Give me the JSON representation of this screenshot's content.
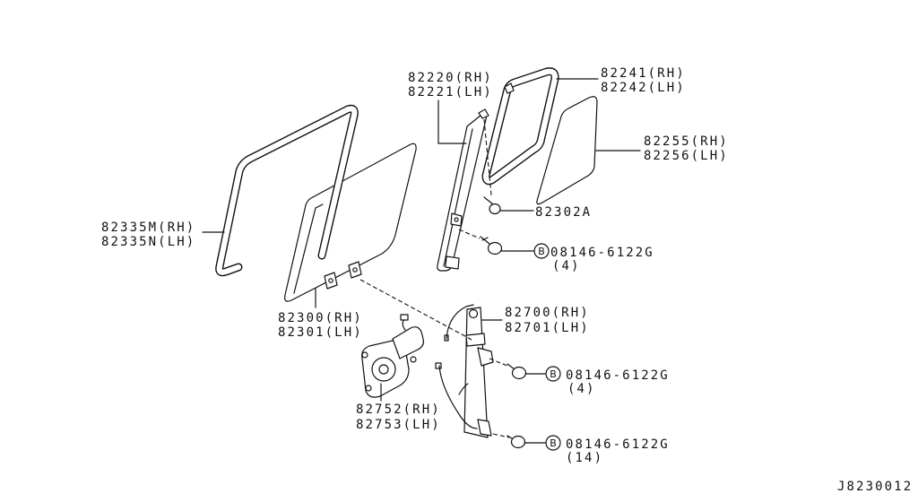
{
  "diagram": {
    "code": "J8230012",
    "parts": {
      "p82220": {
        "rh": "82220(RH)",
        "lh": "82221(LH)"
      },
      "p82241": {
        "rh": "82241(RH)",
        "lh": "82242(LH)"
      },
      "p82255": {
        "rh": "82255(RH)",
        "lh": "82256(LH)"
      },
      "p82302A": "82302A",
      "p82335": {
        "rh": "82335M(RH)",
        "lh": "82335N(LH)"
      },
      "p82300": {
        "rh": "82300(RH)",
        "lh": "82301(LH)"
      },
      "p82700": {
        "rh": "82700(RH)",
        "lh": "82701(LH)"
      },
      "p82752": {
        "rh": "82752(RH)",
        "lh": "82753(LH)"
      }
    },
    "fasteners": [
      {
        "marker": "B",
        "part": "08146-6122G",
        "qty": "(4)"
      },
      {
        "marker": "B",
        "part": "08146-6122G",
        "qty": "(4)"
      },
      {
        "marker": "B",
        "part": "08146-6122G",
        "qty": "(14)"
      }
    ]
  }
}
